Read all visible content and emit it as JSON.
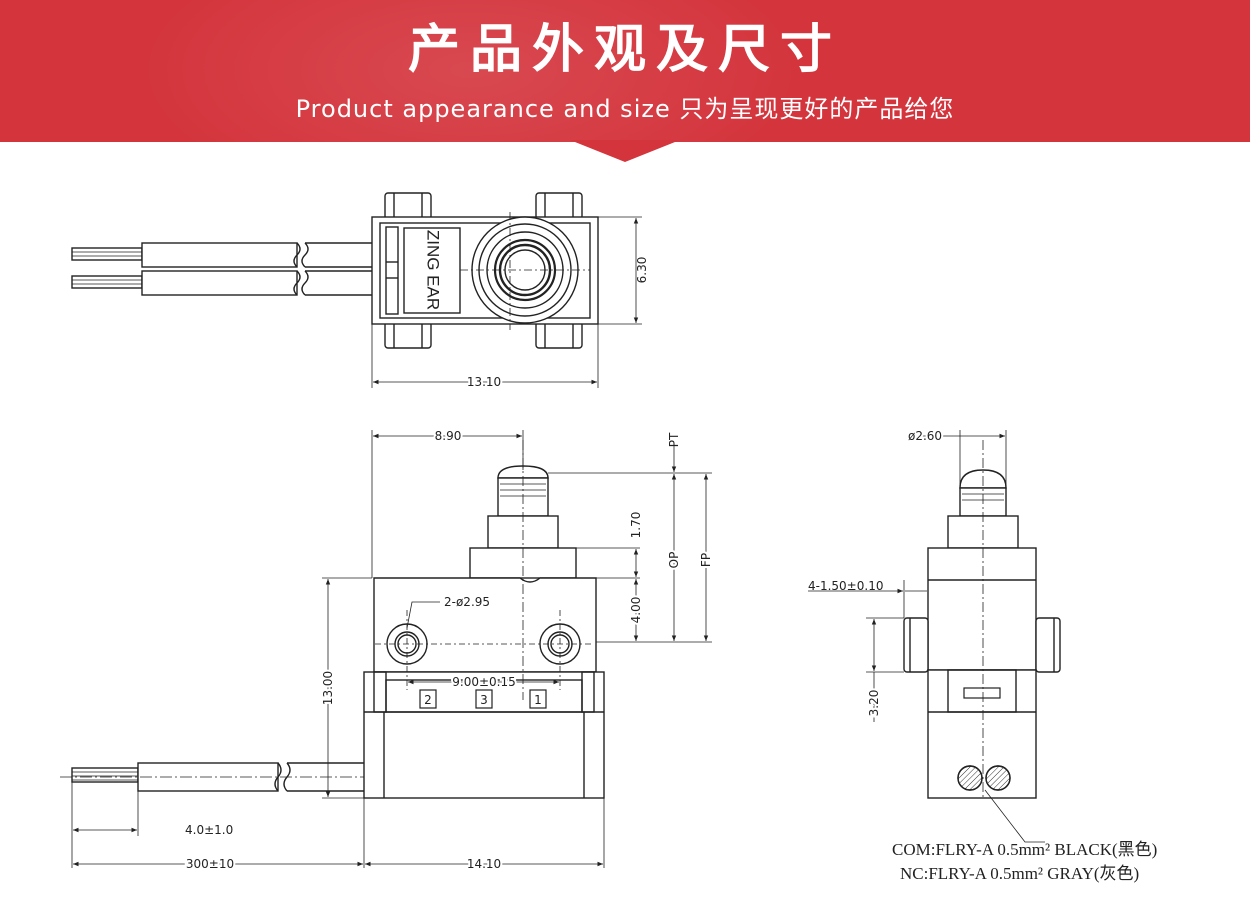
{
  "header": {
    "title": "产品外观及尺寸",
    "subtitle": "Product appearance and size 只为呈现更好的产品给您"
  },
  "top_view": {
    "brand": "ZING EAR",
    "dim_height": "6.30",
    "dim_width": "13.10"
  },
  "front_view": {
    "dim_plunger_offset": "8.90",
    "pt": "PT",
    "op": "OP",
    "fp": "FP",
    "dim_170": "1.70",
    "dim_400": "4.00",
    "dim_hole": "2-ø2.95",
    "dim_hole_pitch": "9.00±0.15",
    "dim_height": "13.00",
    "terminals": [
      "2",
      "3",
      "1"
    ],
    "dim_strip": "4.0±1.0",
    "dim_cable": "300±10",
    "dim_body": "14.10"
  },
  "side_view": {
    "dim_plunger_dia": "ø2.60",
    "dim_boss": "4-1.50±0.10",
    "dim_boss_height": "3.20"
  },
  "wires": {
    "line1": "COM:FLRY-A 0.5mm² BLACK(黑色)",
    "line2": "NC:FLRY-A 0.5mm² GRAY(灰色)"
  }
}
